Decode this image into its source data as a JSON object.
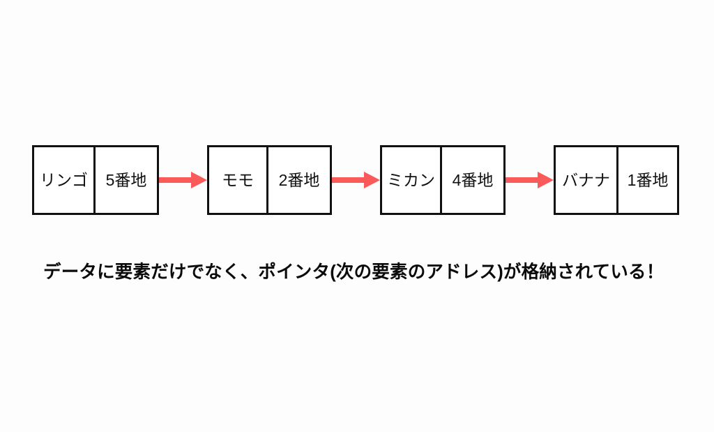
{
  "diagram": {
    "type": "linked-list",
    "background_color": "#fdfdfd",
    "box_border_color": "#111111",
    "arrow_color": "#fb5a5a",
    "text_color": "#111111",
    "nodes": [
      {
        "data_label": "リンゴ",
        "pointer_label": "5番地"
      },
      {
        "data_label": "モモ",
        "pointer_label": "2番地"
      },
      {
        "data_label": "ミカン",
        "pointer_label": "4番地"
      },
      {
        "data_label": "バナナ",
        "pointer_label": "1番地"
      }
    ],
    "arrows": [
      {
        "name": "arrow-node-0-to-node-1"
      },
      {
        "name": "arrow-node-1-to-node-2"
      },
      {
        "name": "arrow-node-2-to-node-3"
      }
    ],
    "caption": "データに要素だけでなく、ポインタ(次の要素のアドレス)が格納されている！"
  }
}
